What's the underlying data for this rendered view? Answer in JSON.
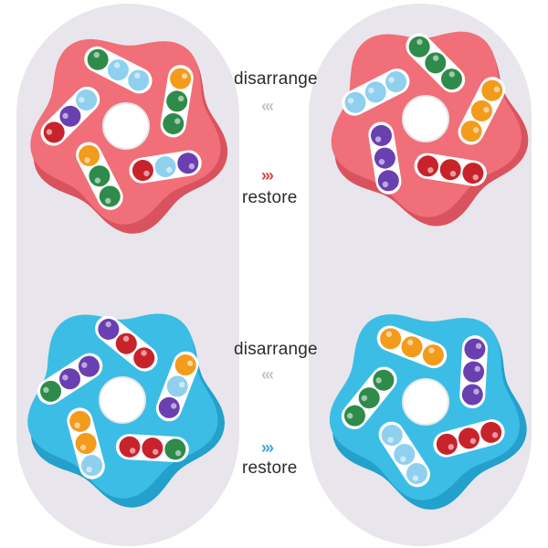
{
  "labels": {
    "top_disarrange": "disarrange",
    "top_restore": "restore",
    "bottom_disarrange": "disarrange",
    "bottom_restore": "restore"
  },
  "arrows": {
    "left_glyph": "‹‹‹",
    "right_glyph": "›››",
    "grey": "#c4c4c4",
    "red": "#e0403f",
    "blue": "#3aa3d8"
  },
  "colors": {
    "pink": "#f06f78",
    "pink_dark": "#d9535f",
    "cyan": "#3cbde6",
    "cyan_dark": "#23a0cc",
    "panel": "#e8e6ec"
  },
  "spinners": [
    {
      "name": "pink-spinner-scrambled",
      "tone": "pink",
      "slots": [
        [
          "#2e8b4a",
          "#8fd0ef",
          "#8fd0ef"
        ],
        [
          "#f39b1b",
          "#2e8b4a",
          "#2e8b4a"
        ],
        [
          "#6a3fb0",
          "#8fd0ef",
          "#c8232b"
        ],
        [
          "#2e8b4a",
          "#2e8b4a",
          "#f39b1b"
        ],
        [
          "#c8232b",
          "#6a3fb0",
          "#8fd0ef"
        ]
      ]
    },
    {
      "name": "pink-spinner-restored",
      "tone": "pink",
      "slots": [
        [
          "#2e8b4a",
          "#2e8b4a",
          "#2e8b4a"
        ],
        [
          "#f39b1b",
          "#f39b1b",
          "#f39b1b"
        ],
        [
          "#c8232b",
          "#c8232b",
          "#c8232b"
        ],
        [
          "#6a3fb0",
          "#6a3fb0",
          "#6a3fb0"
        ],
        [
          "#8fd0ef",
          "#8fd0ef",
          "#8fd0ef"
        ]
      ]
    },
    {
      "name": "blue-spinner-scrambled",
      "tone": "cyan",
      "slots": [
        [
          "#6a3fb0",
          "#c8232b",
          "#c8232b"
        ],
        [
          "#f39b1b",
          "#8fd0ef",
          "#6a3fb0"
        ],
        [
          "#2e8b4a",
          "#c8232b",
          "#c8232b"
        ],
        [
          "#8fd0ef",
          "#f39b1b",
          "#f39b1b"
        ],
        [
          "#2e8b4a",
          "#6a3fb0",
          "#6a3fb0"
        ]
      ]
    },
    {
      "name": "blue-spinner-restored",
      "tone": "cyan",
      "slots": [
        [
          "#f39b1b",
          "#f39b1b",
          "#f39b1b"
        ],
        [
          "#6a3fb0",
          "#6a3fb0",
          "#6a3fb0"
        ],
        [
          "#c8232b",
          "#c8232b",
          "#c8232b"
        ],
        [
          "#8fd0ef",
          "#8fd0ef",
          "#8fd0ef"
        ],
        [
          "#2e8b4a",
          "#2e8b4a",
          "#2e8b4a"
        ]
      ]
    }
  ]
}
